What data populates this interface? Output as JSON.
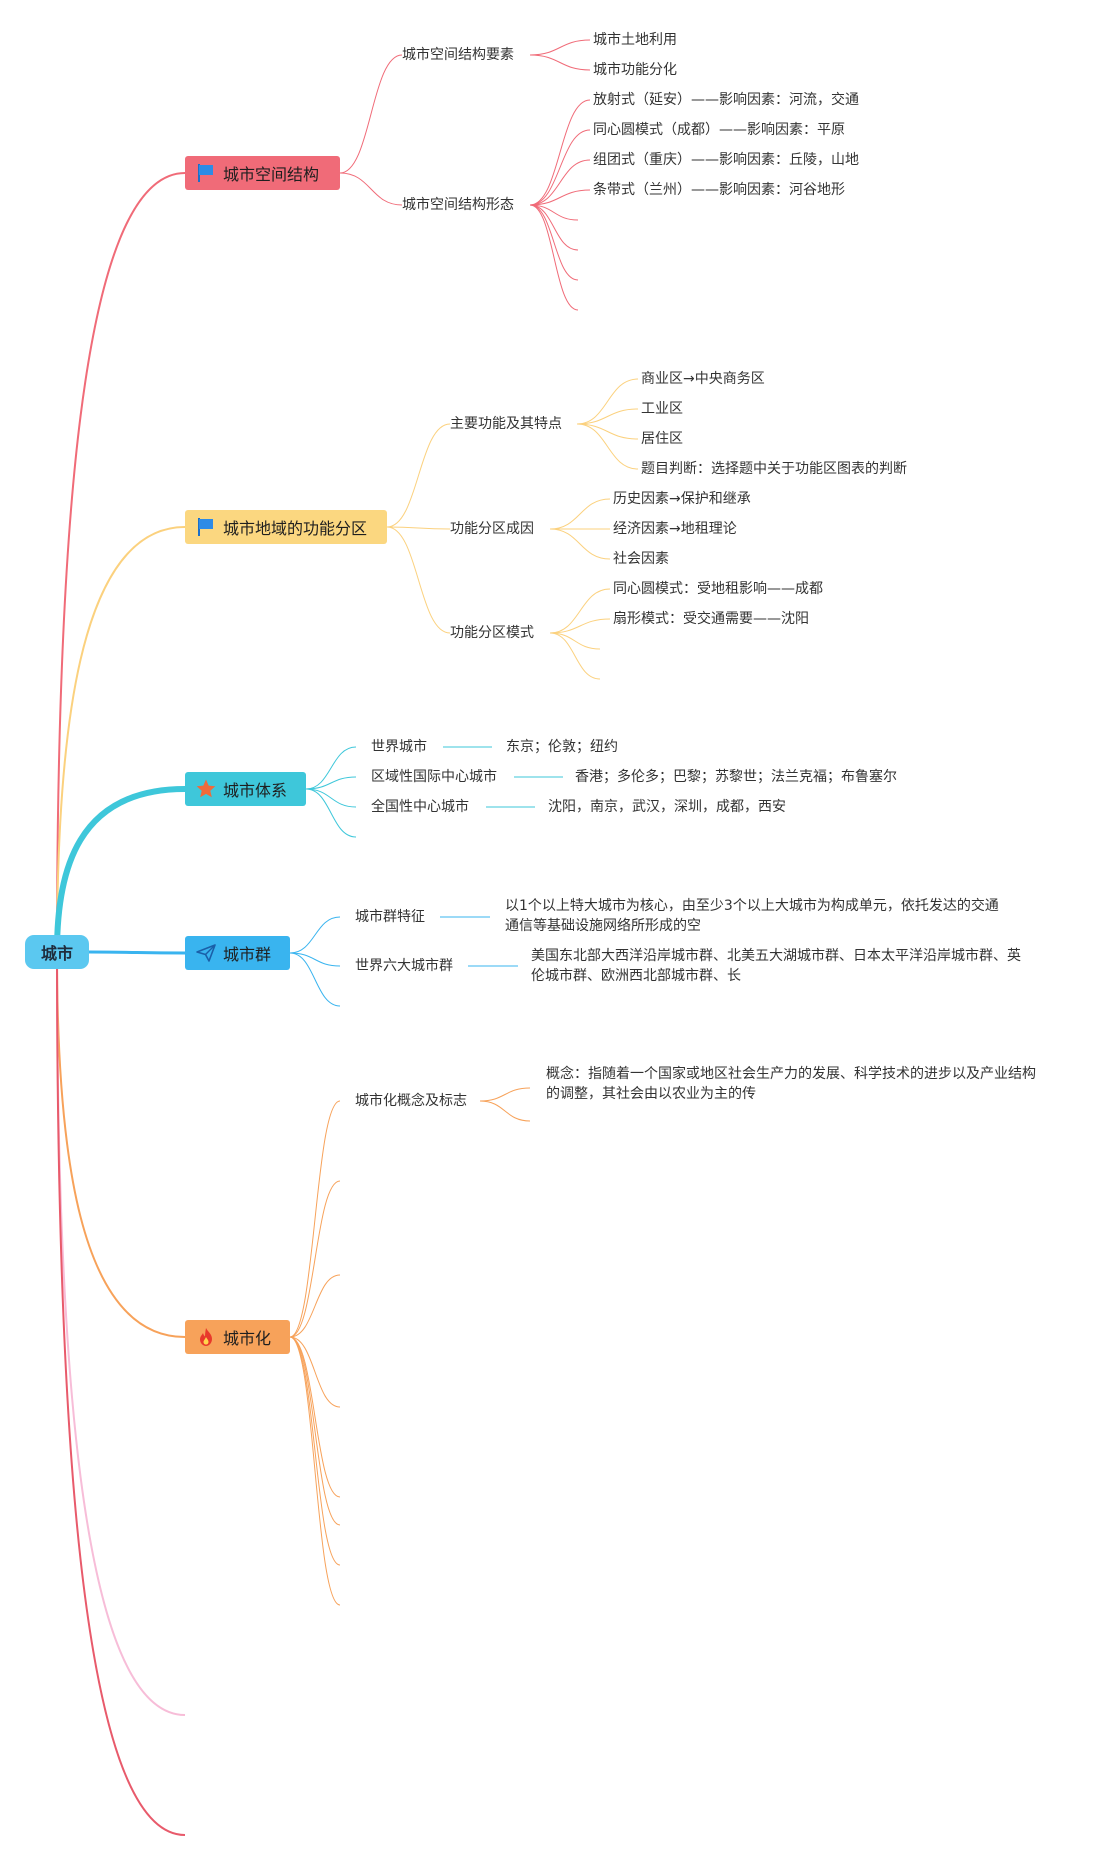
{
  "root": {
    "label": "城市"
  },
  "colors": {
    "structure": "#f06b78",
    "function": "#fbd17e",
    "system": "#3ec7da",
    "group": "#39b4ef",
    "urbanization": "#f7a25a",
    "extra_pink": "#f7bdd8",
    "extra_red": "#e85a6b"
  },
  "branches": {
    "structure": {
      "label": "城市空间结构",
      "icon": "flag-icon",
      "elements": {
        "label": "城市空间结构要素",
        "items": [
          "城市土地利用",
          "城市功能分化"
        ]
      },
      "forms": {
        "label": "城市空间结构形态",
        "items": [
          "放射式（延安）——影响因素：河流，交通",
          "同心圆模式（成都）——影响因素：平原",
          "组团式（重庆）——影响因素：丘陵，山地",
          "条带式（兰州）——影响因素：河谷地形"
        ]
      }
    },
    "function": {
      "label": "城市地域的功能分区",
      "icon": "flag-icon",
      "main": {
        "label": "主要功能及其特点",
        "items": [
          "商业区→中央商务区",
          "工业区",
          "居住区",
          "题目判断：选择题中关于功能区图表的判断"
        ]
      },
      "causes": {
        "label": "功能分区成因",
        "items": [
          "历史因素→保护和继承",
          "经济因素→地租理论",
          "社会因素"
        ]
      },
      "models": {
        "label": "功能分区模式",
        "items": [
          "同心圆模式：受地租影响——成都",
          "扇形模式：受交通需要——沈阳"
        ]
      }
    },
    "system": {
      "label": "城市体系",
      "icon": "star-icon",
      "rows": [
        {
          "label": "世界城市",
          "value": "东京；伦敦；纽约"
        },
        {
          "label": "区域性国际中心城市",
          "value": "香港；多伦多；巴黎；苏黎世；法兰克福；布鲁塞尔"
        },
        {
          "label": "全国性中心城市",
          "value": "沈阳，南京，武汉，深圳，成都，西安"
        }
      ]
    },
    "group": {
      "label": "城市群",
      "icon": "paper-plane-icon",
      "rows": [
        {
          "label": "城市群特征",
          "value": "以1个以上特大城市为核心，由至少3个以上大城市为构成单元，依托发达的交通通信等基础设施网络所形成的空"
        },
        {
          "label": "世界六大城市群",
          "value": "美国东北部大西洋沿岸城市群、北美五大湖城市群、日本太平洋沿岸城市群、英伦城市群、欧洲西北部城市群、长"
        }
      ]
    },
    "urbanization": {
      "label": "城市化",
      "icon": "fire-icon",
      "concept": {
        "label": "城市化概念及标志",
        "value": "概念：指随着一个国家或地区社会生产力的发展、科学技术的进步以及产业结构的调整，其社会由以农业为主的传"
      }
    }
  }
}
